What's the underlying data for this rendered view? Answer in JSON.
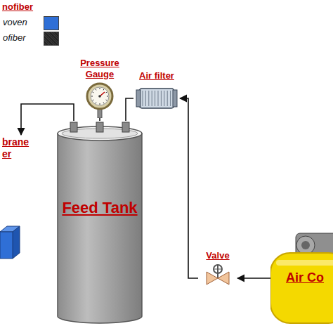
{
  "diagram": {
    "nodes": [
      {
        "text": [
          "Pressure Gauge"
        ]
      },
      {
        "text": [
          "Air filter"
        ]
      },
      {
        "text": [
          "Feed Tank"
        ]
      },
      {
        "text": [
          "Valve"
        ]
      },
      {
        "text": [
          "Air Co"
        ]
      },
      {
        "text": [
          "brane er"
        ]
      }
    ],
    "edges": [
      {
        "from": 0,
        "to": 2,
        "arrow": "none"
      },
      {
        "from": 1,
        "to": 2,
        "arrow": "none"
      },
      {
        "from": 3,
        "to": 1,
        "arrow": "to"
      },
      {
        "from": 4,
        "to": 3,
        "arrow": "to"
      },
      {
        "from": 2,
        "to": 5,
        "arrow": "to"
      }
    ],
    "labels": [
      "nofiber"
    ],
    "legend": [
      {
        "text": "voven",
        "color": "#2f6fd6"
      },
      {
        "text": "ofiber"
      }
    ]
  }
}
